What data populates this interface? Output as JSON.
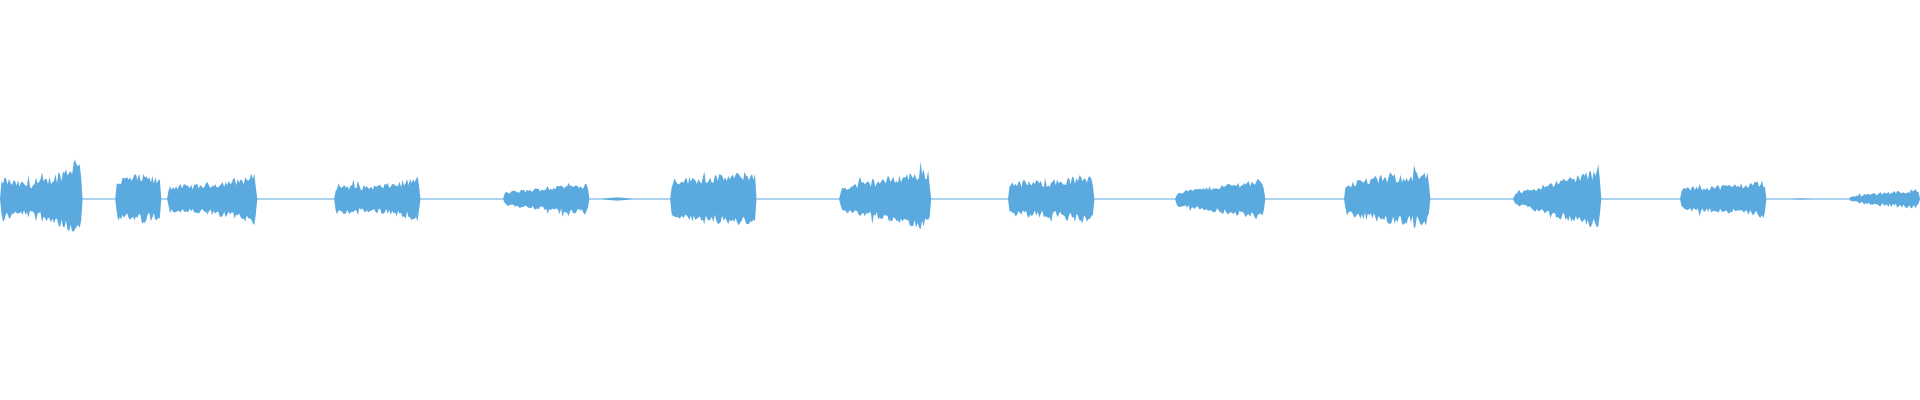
{
  "waveform": {
    "color": "#5aaae0",
    "background": "#ffffff",
    "baseline_amplitude": 0.012,
    "segments": [
      {
        "start": 0.0,
        "end": 0.043,
        "amp_start": 0.1,
        "amp_mid": 0.08,
        "amp_end": 0.2,
        "jag": 0.28
      },
      {
        "start": 0.06,
        "end": 0.084,
        "amp_start": 0.08,
        "amp_mid": 0.1,
        "amp_end": 0.08,
        "jag": 0.28
      },
      {
        "start": 0.087,
        "end": 0.134,
        "amp_start": 0.06,
        "amp_mid": 0.07,
        "amp_end": 0.11,
        "jag": 0.24
      },
      {
        "start": 0.174,
        "end": 0.219,
        "amp_start": 0.07,
        "amp_mid": 0.06,
        "amp_end": 0.1,
        "jag": 0.24
      },
      {
        "start": 0.262,
        "end": 0.307,
        "amp_start": 0.03,
        "amp_mid": 0.05,
        "amp_end": 0.07,
        "jag": 0.22
      },
      {
        "start": 0.349,
        "end": 0.394,
        "amp_start": 0.09,
        "amp_mid": 0.1,
        "amp_end": 0.12,
        "jag": 0.22
      },
      {
        "start": 0.437,
        "end": 0.485,
        "amp_start": 0.05,
        "amp_mid": 0.09,
        "amp_end": 0.13,
        "jag": 0.24
      },
      {
        "start": 0.525,
        "end": 0.57,
        "amp_start": 0.08,
        "amp_mid": 0.08,
        "amp_end": 0.11,
        "jag": 0.26
      },
      {
        "start": 0.612,
        "end": 0.659,
        "amp_start": 0.03,
        "amp_mid": 0.06,
        "amp_end": 0.09,
        "jag": 0.22
      },
      {
        "start": 0.7,
        "end": 0.745,
        "amp_start": 0.07,
        "amp_mid": 0.1,
        "amp_end": 0.11,
        "jag": 0.24
      },
      {
        "start": 0.788,
        "end": 0.834,
        "amp_start": 0.02,
        "amp_mid": 0.08,
        "amp_end": 0.13,
        "jag": 0.22
      },
      {
        "start": 0.875,
        "end": 0.92,
        "amp_start": 0.05,
        "amp_mid": 0.06,
        "amp_end": 0.08,
        "jag": 0.24
      },
      {
        "start": 0.963,
        "end": 1.0,
        "amp_start": 0.01,
        "amp_mid": 0.03,
        "amp_end": 0.04,
        "jag": 0.3
      }
    ],
    "minor_blips": [
      {
        "start": 0.31,
        "end": 0.333,
        "amp": 0.008
      },
      {
        "start": 0.922,
        "end": 0.955,
        "amp": 0.004
      }
    ]
  }
}
